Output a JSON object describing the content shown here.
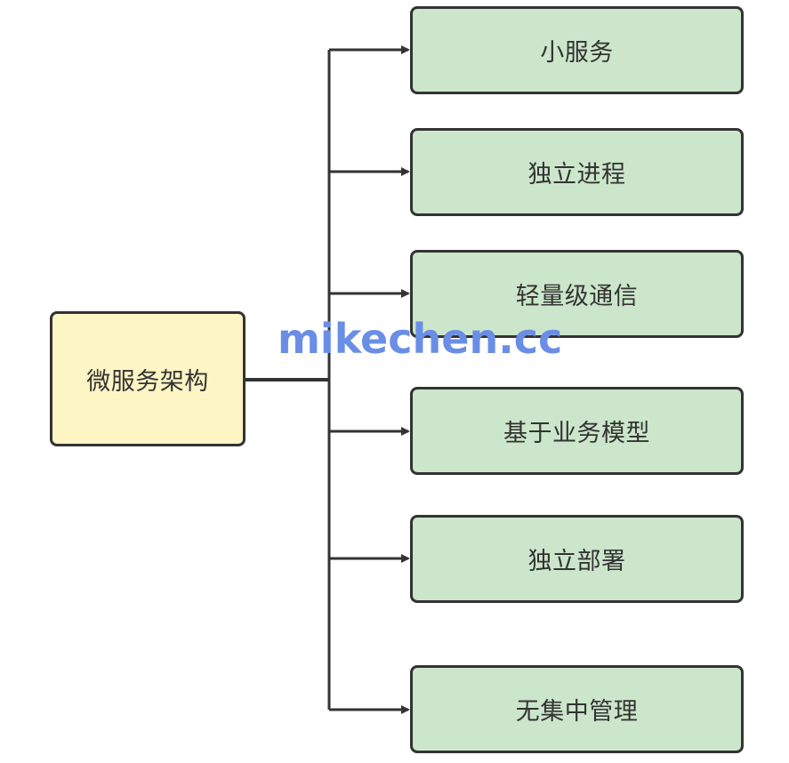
{
  "root": {
    "label": "微服务架构"
  },
  "children": [
    {
      "label": "小服务"
    },
    {
      "label": "独立进程"
    },
    {
      "label": "轻量级通信"
    },
    {
      "label": "基于业务模型"
    },
    {
      "label": "独立部署"
    },
    {
      "label": "无集中管理"
    }
  ],
  "watermark": "mikechen.cc",
  "colors": {
    "root_fill": "#fdf5c4",
    "child_fill": "#cbe6ca",
    "stroke": "#333333",
    "watermark": "#6a8ee6"
  }
}
